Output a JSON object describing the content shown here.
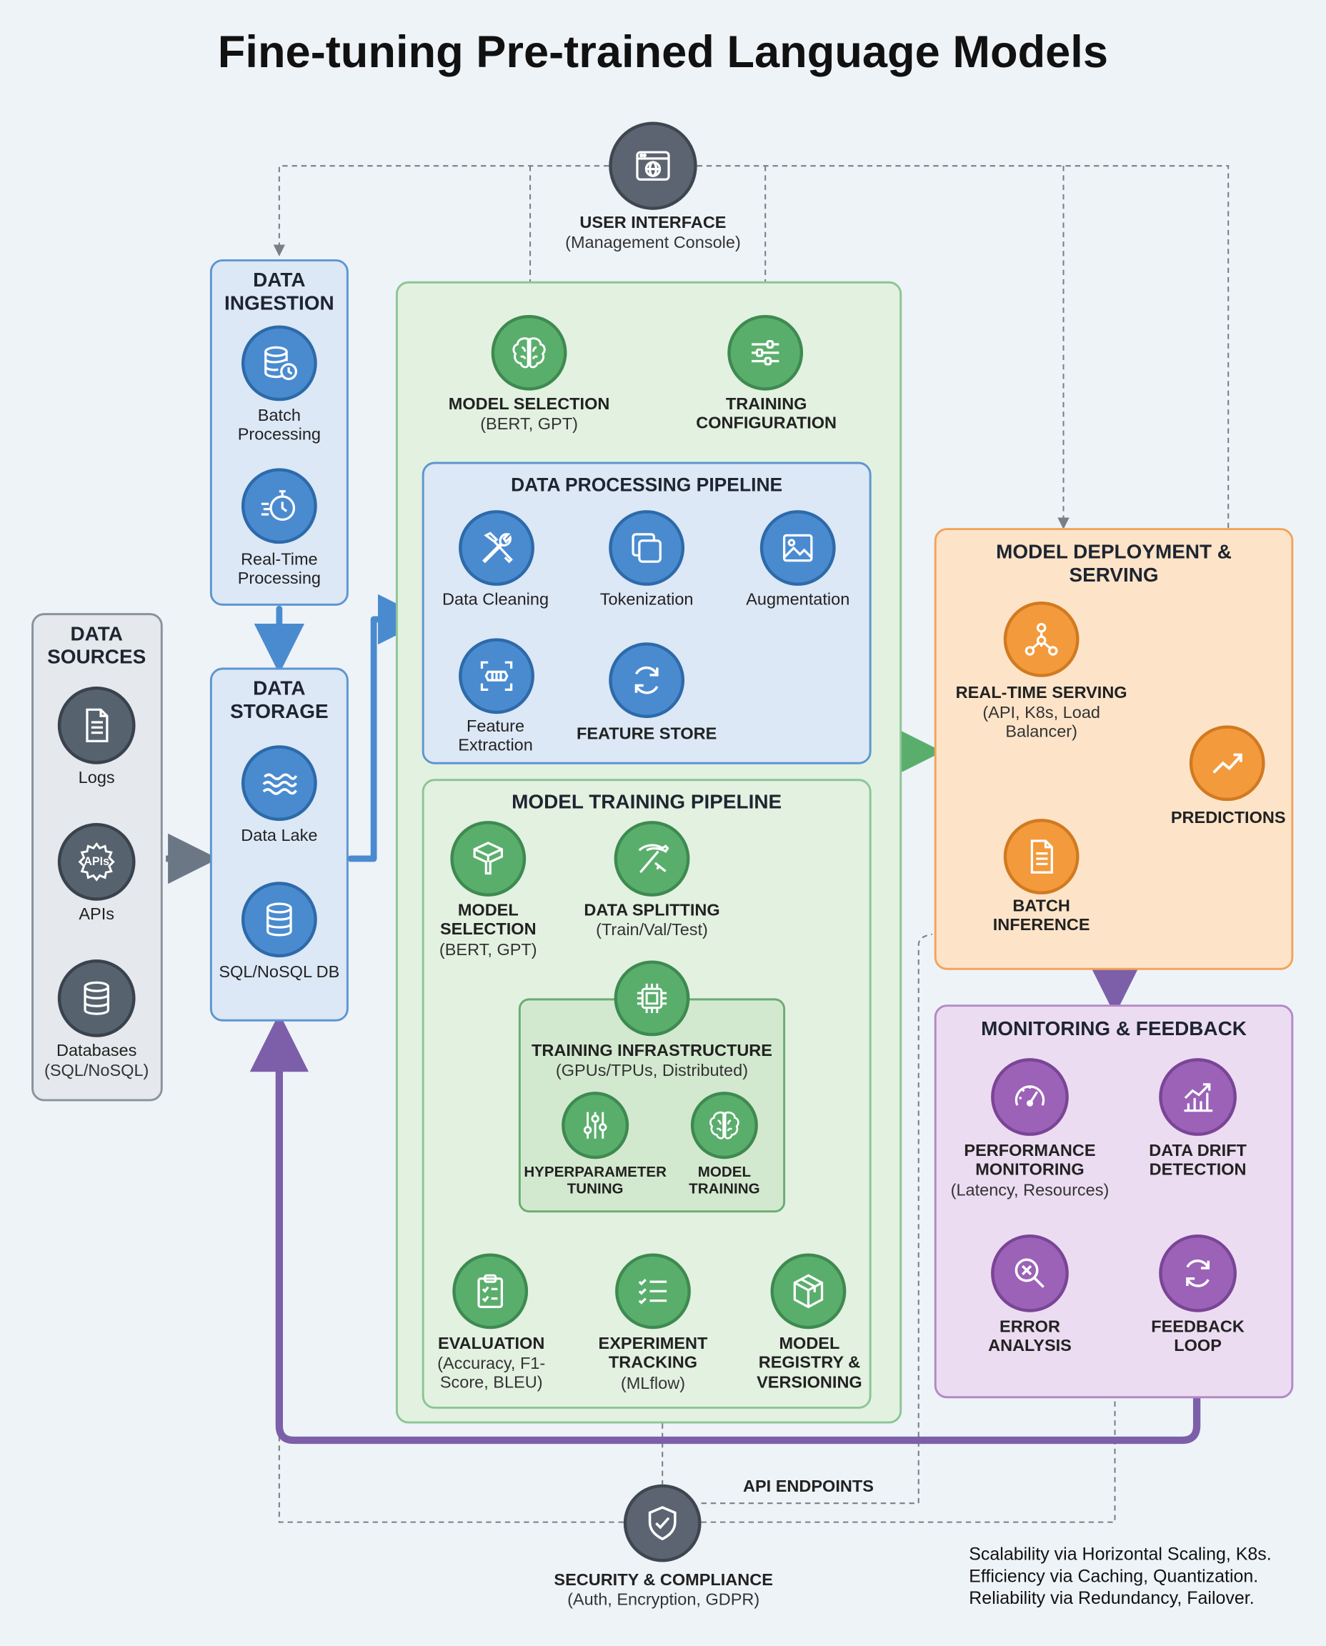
{
  "title": "Fine-tuning Pre-trained Language Models",
  "user_interface": {
    "label": "USER INTERFACE",
    "sub": "(Management Console)"
  },
  "data_sources": {
    "title": "DATA SOURCES",
    "items": [
      {
        "label": "Logs",
        "icon": "document-icon"
      },
      {
        "label": "APIs",
        "icon": "apis-gear-icon",
        "badge": "APIs"
      },
      {
        "label": "Databases",
        "sub": "(SQL/NoSQL)",
        "icon": "database-icon"
      }
    ]
  },
  "data_ingestion": {
    "title": "DATA INGESTION",
    "items": [
      {
        "label": "Batch Processing",
        "icon": "database-clock-icon"
      },
      {
        "label": "Real-Time Processing",
        "icon": "stopwatch-icon"
      }
    ]
  },
  "data_storage": {
    "title": "DATA STORAGE",
    "items": [
      {
        "label": "Data Lake",
        "icon": "waves-icon"
      },
      {
        "label": "SQL/NoSQL DB",
        "icon": "database-icon"
      }
    ]
  },
  "top_row": {
    "model_selection": {
      "label": "MODEL SELECTION",
      "sub": "(BERT, GPT)",
      "icon": "brain-icon"
    },
    "training_configuration": {
      "label": "TRAINING CONFIGURATION",
      "icon": "sliders-icon"
    }
  },
  "data_processing": {
    "title": "DATA PROCESSING PIPELINE",
    "items": [
      {
        "label": "Data Cleaning",
        "icon": "wrench-screwdriver-icon"
      },
      {
        "label": "Tokenization",
        "icon": "squares-icon"
      },
      {
        "label": "Augmentation",
        "icon": "image-icon"
      },
      {
        "label": "Feature Extraction",
        "icon": "scan-icon"
      },
      {
        "label": "FEATURE STORE",
        "icon": "refresh-icon"
      }
    ]
  },
  "model_training": {
    "title": "MODEL TRAINING PIPELINE",
    "model_selection": {
      "label": "MODEL SELECTION",
      "sub": "(BERT, GPT)",
      "icon": "cube-icon"
    },
    "data_splitting": {
      "label": "DATA SPLITTING",
      "sub": "(Train/Val/Test)",
      "icon": "pickaxe-icon"
    },
    "infrastructure": {
      "label": "TRAINING INFRASTRUCTURE",
      "sub": "(GPUs/TPUs, Distributed)",
      "icon": "chip-icon"
    },
    "hyperparameter": {
      "label": "HYPERPARAMETER TUNING",
      "icon": "sliders-vertical-icon"
    },
    "training": {
      "label": "MODEL TRAINING",
      "icon": "brain-icon"
    },
    "evaluation": {
      "label": "EVALUATION",
      "sub": "(Accuracy, F1-Score, BLEU)",
      "icon": "clipboard-icon"
    },
    "experiment": {
      "label": "EXPERIMENT TRACKING",
      "sub": "(MLflow)",
      "icon": "checklist-icon"
    },
    "registry": {
      "label": "MODEL REGISTRY & VERSIONING",
      "icon": "package-icon"
    }
  },
  "deployment": {
    "title": "MODEL DEPLOYMENT & SERVING",
    "realtime": {
      "label": "REAL-TIME SERVING",
      "sub": "(API, K8s, Load Balancer)",
      "icon": "network-icon"
    },
    "batch": {
      "label": "BATCH INFERENCE",
      "icon": "document-icon"
    },
    "predictions": {
      "label": "PREDICTIONS",
      "icon": "trend-up-icon"
    }
  },
  "monitoring": {
    "title": "MONITORING & FEEDBACK",
    "performance": {
      "label": "PERFORMANCE MONITORING",
      "sub": "(Latency, Resources)",
      "icon": "gauge-icon"
    },
    "drift": {
      "label": "DATA DRIFT DETECTION",
      "icon": "bar-trend-icon"
    },
    "error": {
      "label": "ERROR ANALYSIS",
      "icon": "magnifier-x-icon"
    },
    "feedback": {
      "label": "FEEDBACK LOOP",
      "icon": "refresh-icon"
    }
  },
  "api_endpoints": "API ENDPOINTS",
  "security": {
    "label": "SECURITY & COMPLIANCE",
    "sub": "(Auth, Encryption, GDPR)",
    "icon": "shield-check-icon"
  },
  "notes": [
    "Scalability via Horizontal Scaling, K8s.",
    "Efficiency via Caching, Quantization.",
    "Reliability via Redundancy, Failover."
  ],
  "colors": {
    "blue": "#4a8bd0",
    "green": "#5aae6c",
    "orange": "#f39a3c",
    "purple": "#9b62b8",
    "gray": "#56626e",
    "dashed": "#7a7f86"
  }
}
